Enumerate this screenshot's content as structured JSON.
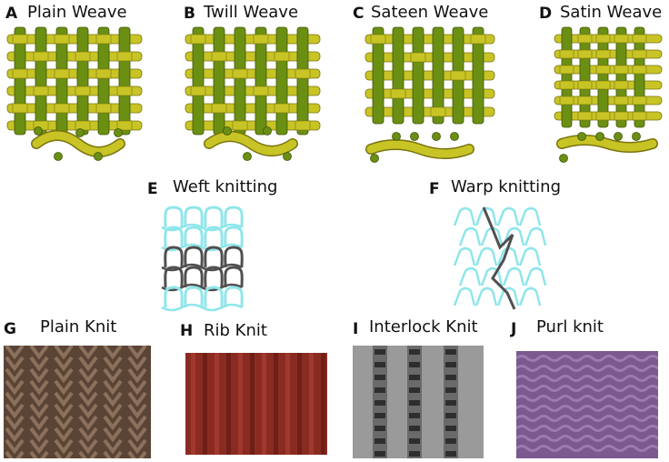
{
  "panels": {
    "a": {
      "letter": "A",
      "title": "Plain Weave"
    },
    "b": {
      "letter": "B",
      "title": "Twill Weave"
    },
    "c": {
      "letter": "C",
      "title": "Sateen Weave"
    },
    "d": {
      "letter": "D",
      "title": "Satin Weave"
    },
    "e": {
      "letter": "E",
      "title": "Weft knitting"
    },
    "f": {
      "letter": "F",
      "title": "Warp knitting"
    },
    "g": {
      "letter": "G",
      "title": "Plain Knit"
    },
    "h": {
      "letter": "H",
      "title": "Rib Knit"
    },
    "i": {
      "letter": "I",
      "title": "Interlock Knit"
    },
    "j": {
      "letter": "J",
      "title": "Purl knit"
    }
  },
  "colors": {
    "warp_green": "#6b8f12",
    "weft_yellow": "#c8c425",
    "knit_cyan": "#8fe6ea",
    "knit_dark": "#505050",
    "plain_knit_brown": "#5a4436",
    "rib_knit_red": "#8a2b22",
    "interlock_gray": "#9a9a9a",
    "purl_purple": "#7b5a8f"
  }
}
